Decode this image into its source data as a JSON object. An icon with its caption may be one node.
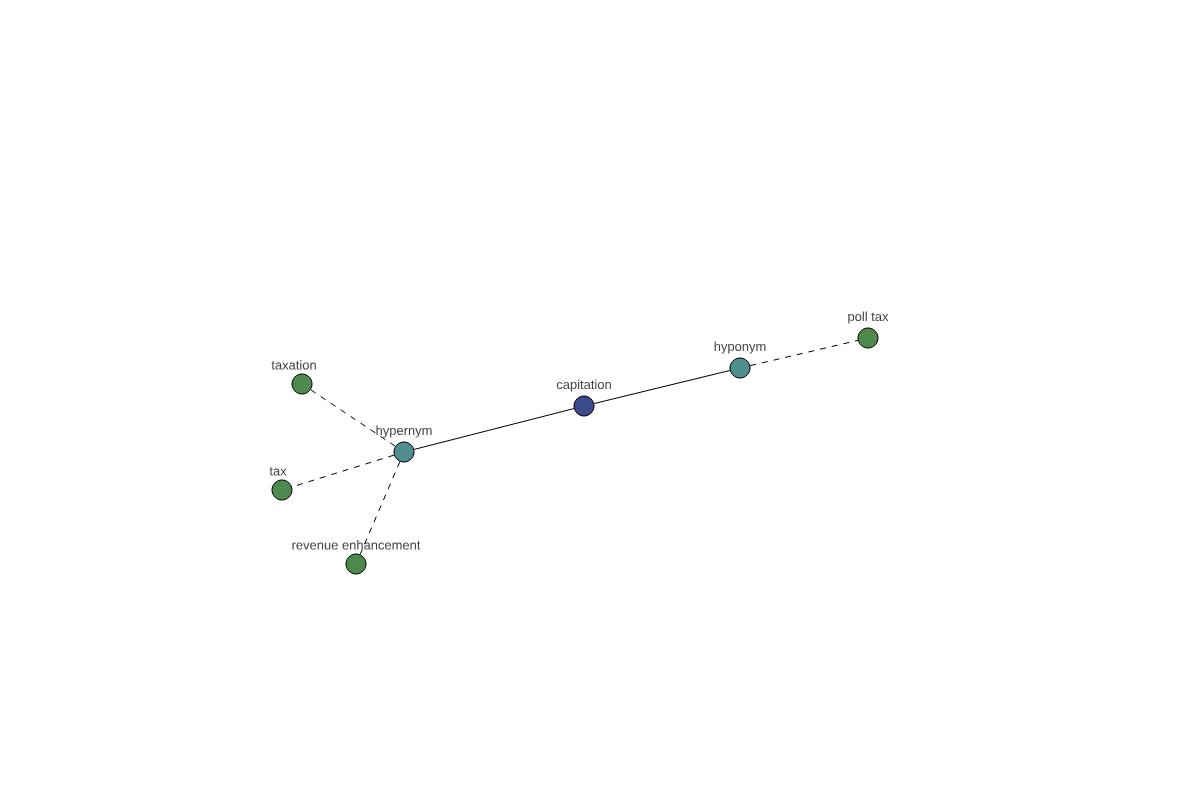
{
  "diagram": {
    "nodes": [
      {
        "text": [
          "capitation"
        ]
      },
      {
        "text": [
          "hypernym"
        ]
      },
      {
        "text": [
          "hyponym"
        ]
      },
      {
        "text": [
          "poll tax"
        ]
      },
      {
        "text": [
          "taxation"
        ]
      },
      {
        "text": [
          "tax"
        ]
      },
      {
        "text": [
          "revenue enhancement"
        ]
      }
    ],
    "edges": [
      {
        "from": 1,
        "to": 0,
        "arrow": "none"
      },
      {
        "from": 0,
        "to": 2,
        "arrow": "none"
      },
      {
        "from": 2,
        "to": 3,
        "arrow": "none",
        "style": "dashed"
      },
      {
        "from": 1,
        "to": 4,
        "arrow": "none",
        "style": "dashed"
      },
      {
        "from": 1,
        "to": 5,
        "arrow": "none",
        "style": "dashed"
      },
      {
        "from": 1,
        "to": 6,
        "arrow": "none",
        "style": "dashed"
      }
    ]
  }
}
